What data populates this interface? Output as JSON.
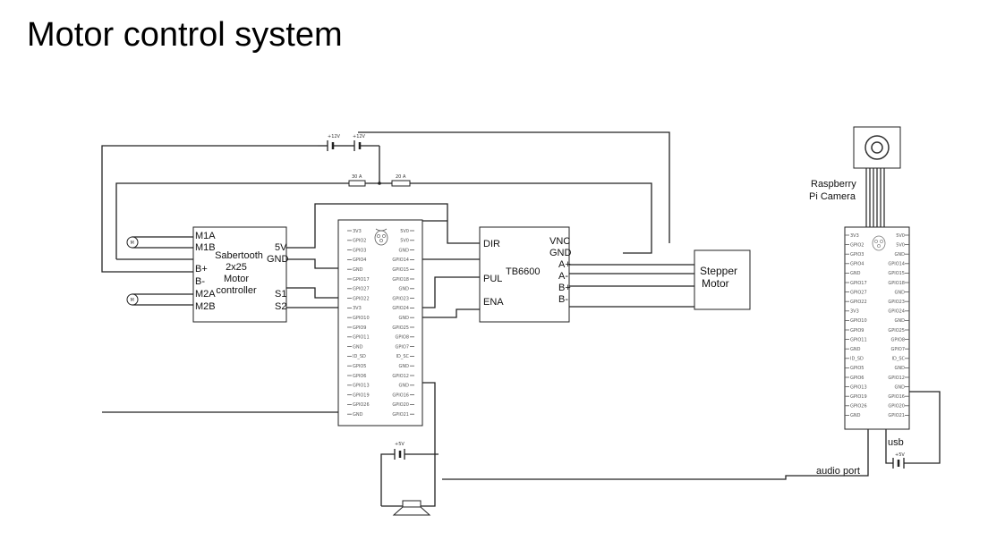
{
  "title": "Motor control system",
  "sabertooth": {
    "name_lines": [
      "Sabertooth",
      "2x25",
      "Motor",
      "controller"
    ],
    "left_pins": [
      "M1A",
      "M1B",
      "B+",
      "B-",
      "M2A",
      "M2B"
    ],
    "right_pins": [
      "5V",
      "GND",
      "S1",
      "S2"
    ]
  },
  "motor_symbol": "M",
  "tb6600": {
    "name": "TB6600",
    "left_pins": [
      "DIR",
      "PUL",
      "ENA"
    ],
    "right_pins": [
      "VNC",
      "GND",
      "A+",
      "A-",
      "B+",
      "B-"
    ]
  },
  "stepper": {
    "lines": [
      "Stepper",
      "Motor"
    ]
  },
  "batteries": {
    "top_left": "+12V",
    "top_right": "+12V",
    "speaker_supply": "+5V",
    "usb_supply": "+5V"
  },
  "fuses": {
    "left": "30 A",
    "right": "20 A"
  },
  "pi_header": {
    "left_pins": [
      "3V3",
      "GPIO2",
      "GPIO3",
      "GPIO4",
      "GND",
      "GPIO17",
      "GPIO27",
      "GPIO22",
      "3V3",
      "GPIO10",
      "GPIO9",
      "GPIO11",
      "GND",
      "ID_SD",
      "GPIO5",
      "GPIO6",
      "GPIO13",
      "GPIO19",
      "GPIO26",
      "GND"
    ],
    "right_pins": [
      "5V0",
      "5V0",
      "GND",
      "GPIO14",
      "GPIO15",
      "GPIO18",
      "GND",
      "GPIO23",
      "GPIO24",
      "GND",
      "GPIO25",
      "GPIO8",
      "GPIO7",
      "ID_SC",
      "GND",
      "GPIO12",
      "GND",
      "GPIO16",
      "GPIO20",
      "GPIO21"
    ]
  },
  "pi_camera": {
    "lines": [
      "Raspberry",
      "Pi Camera"
    ]
  },
  "labels": {
    "usb": "usb",
    "audio_port": "audio port"
  }
}
